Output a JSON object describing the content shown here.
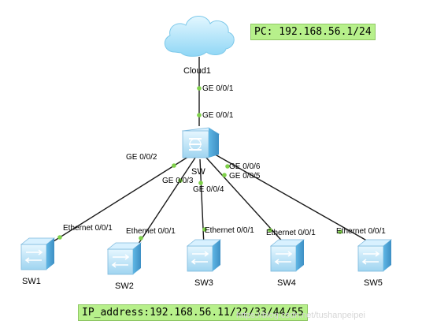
{
  "notes": {
    "pc": "PC: 192.168.56.1/24",
    "ip": "IP_address:192.168.56.11/22/33/44/55"
  },
  "watermark": "https://blog.csdn.net/tushanpeipei",
  "nodes": {
    "cloud": {
      "name": "Cloud1",
      "icon": "cloud-icon"
    },
    "core": {
      "name": "SW",
      "icon": "core-switch-icon"
    },
    "sw1": {
      "name": "SW1",
      "icon": "switch-icon"
    },
    "sw2": {
      "name": "SW2",
      "icon": "switch-icon"
    },
    "sw3": {
      "name": "SW3",
      "icon": "switch-icon"
    },
    "sw4": {
      "name": "SW4",
      "icon": "switch-icon"
    },
    "sw5": {
      "name": "SW5",
      "icon": "switch-icon"
    }
  },
  "links": [
    {
      "from": "cloud",
      "to": "core",
      "from_port": "GE 0/0/1",
      "to_port": "GE 0/0/1"
    },
    {
      "from": "core",
      "to": "sw1",
      "from_port": "GE 0/0/2",
      "to_port": "Ethernet 0/0/1"
    },
    {
      "from": "core",
      "to": "sw2",
      "from_port": "GE 0/0/3",
      "to_port": "Ethernet 0/0/1"
    },
    {
      "from": "core",
      "to": "sw3",
      "from_port": "GE 0/0/4",
      "to_port": "Ethernet 0/0/1"
    },
    {
      "from": "core",
      "to": "sw4",
      "from_port": "GE 0/0/5",
      "to_port": "Ethernet 0/0/1"
    },
    {
      "from": "core",
      "to": "sw5",
      "from_port": "GE 0/0/6",
      "to_port": "Ethernet 0/0/1"
    }
  ],
  "colors": {
    "note_bg": "#b7f08b",
    "port_dot": "#7fd14a",
    "link": "#1a1a1a",
    "switch_face": "#bfe6fb",
    "cloud": "#c8ecfb"
  }
}
